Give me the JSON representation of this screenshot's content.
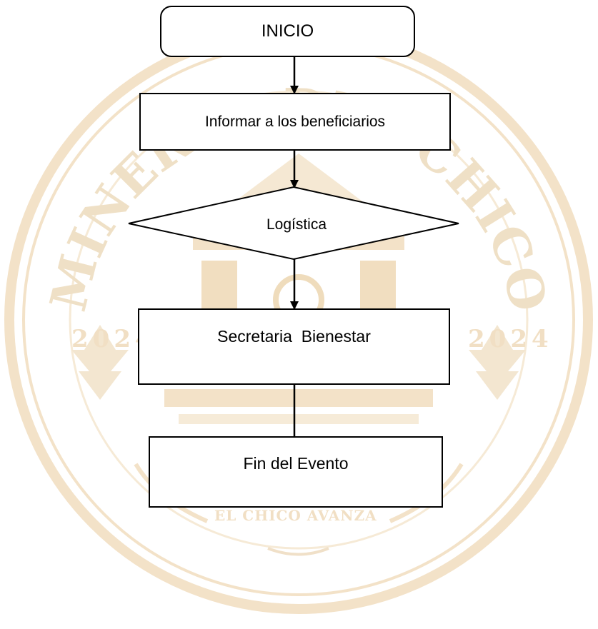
{
  "nodes": {
    "start": "INICIO",
    "inform": "Informar a los beneficiarios",
    "decision": "Logística",
    "secretaria": "Secretaria  Bienestar",
    "end": "Fin del Evento"
  },
  "watermark": {
    "arc_text": "MINERAL DEL CHICO",
    "year_left": "2024",
    "year_right": "2024",
    "motto": "EL CHICO AVANZA"
  },
  "colors": {
    "watermark": "#f3e2c8",
    "watermark_dark": "#eed6b0",
    "stroke": "#000000"
  }
}
